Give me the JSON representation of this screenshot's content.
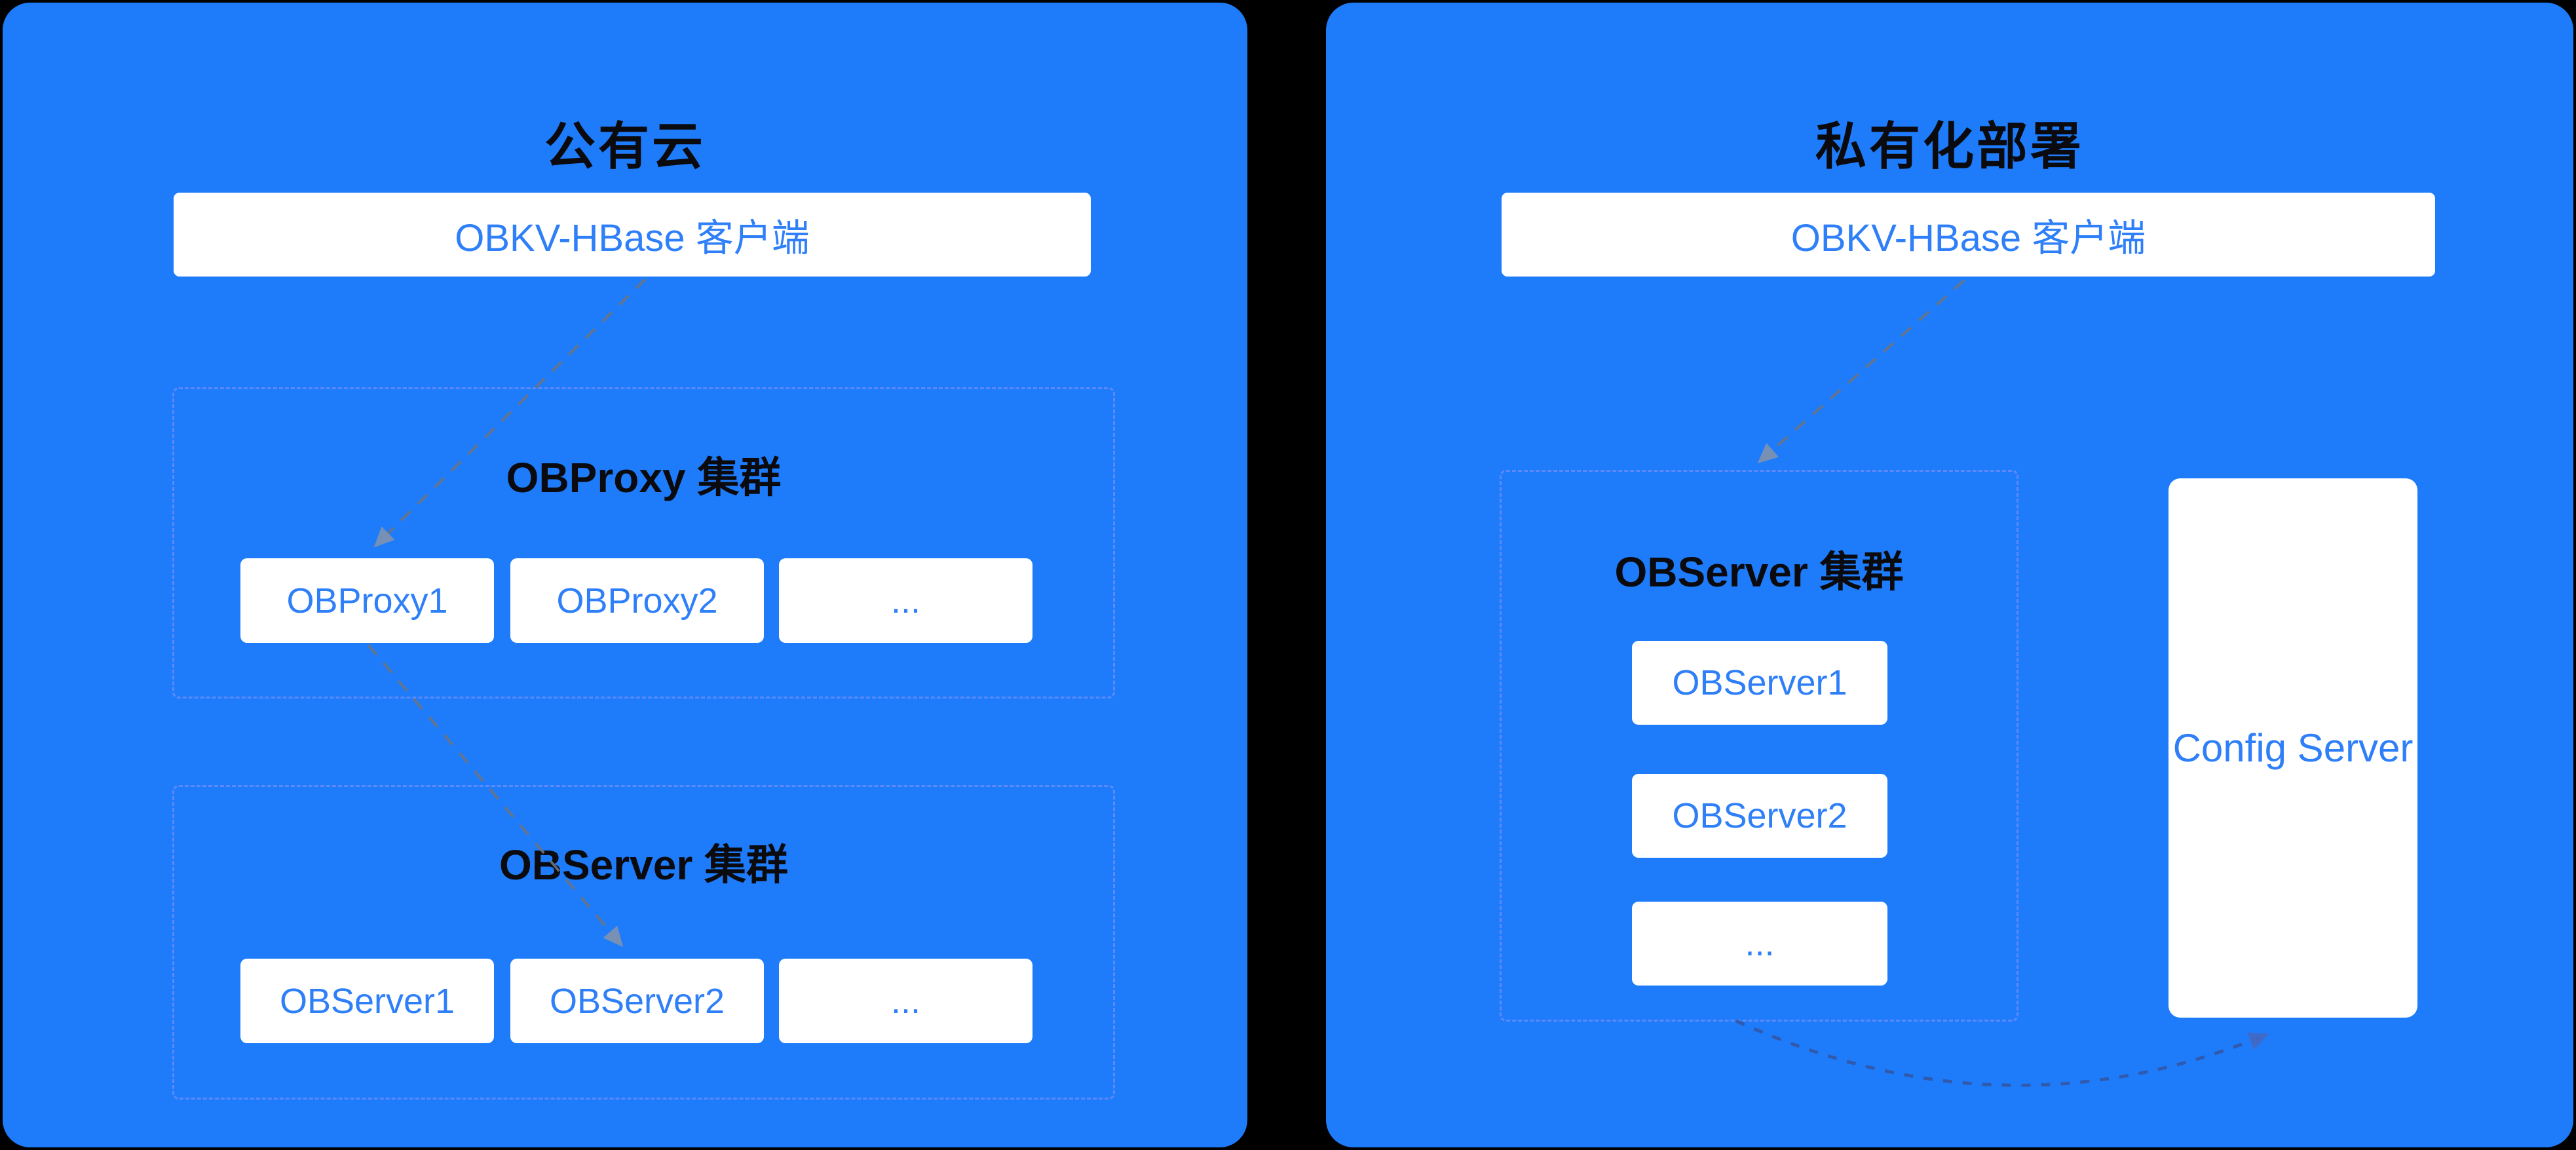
{
  "colors": {
    "background": "#000000",
    "panel_blue": "#1E7CFB",
    "box_white": "#FFFFFF",
    "box_text_blue": "#2E7FF8",
    "label_black": "#0B0B0F",
    "cluster_dash_violet": "#8993FA",
    "arrow_gray": "#6E747E",
    "curve_arrow_blue": "#35539E"
  },
  "left_panel": {
    "title": "公有云",
    "client_box": "OBKV-HBase 客户端",
    "obproxy_cluster": {
      "label": "OBProxy 集群",
      "nodes": [
        "OBProxy1",
        "OBProxy2",
        "..."
      ]
    },
    "observer_cluster": {
      "label": "OBServer 集群",
      "nodes": [
        "OBServer1",
        "OBServer2",
        "..."
      ]
    }
  },
  "right_panel": {
    "title": "私有化部署",
    "client_box": "OBKV-HBase 客户端",
    "observer_cluster": {
      "label": "OBServer 集群",
      "nodes": [
        "OBServer1",
        "OBServer2",
        "..."
      ]
    },
    "config_server": "Config Server"
  }
}
